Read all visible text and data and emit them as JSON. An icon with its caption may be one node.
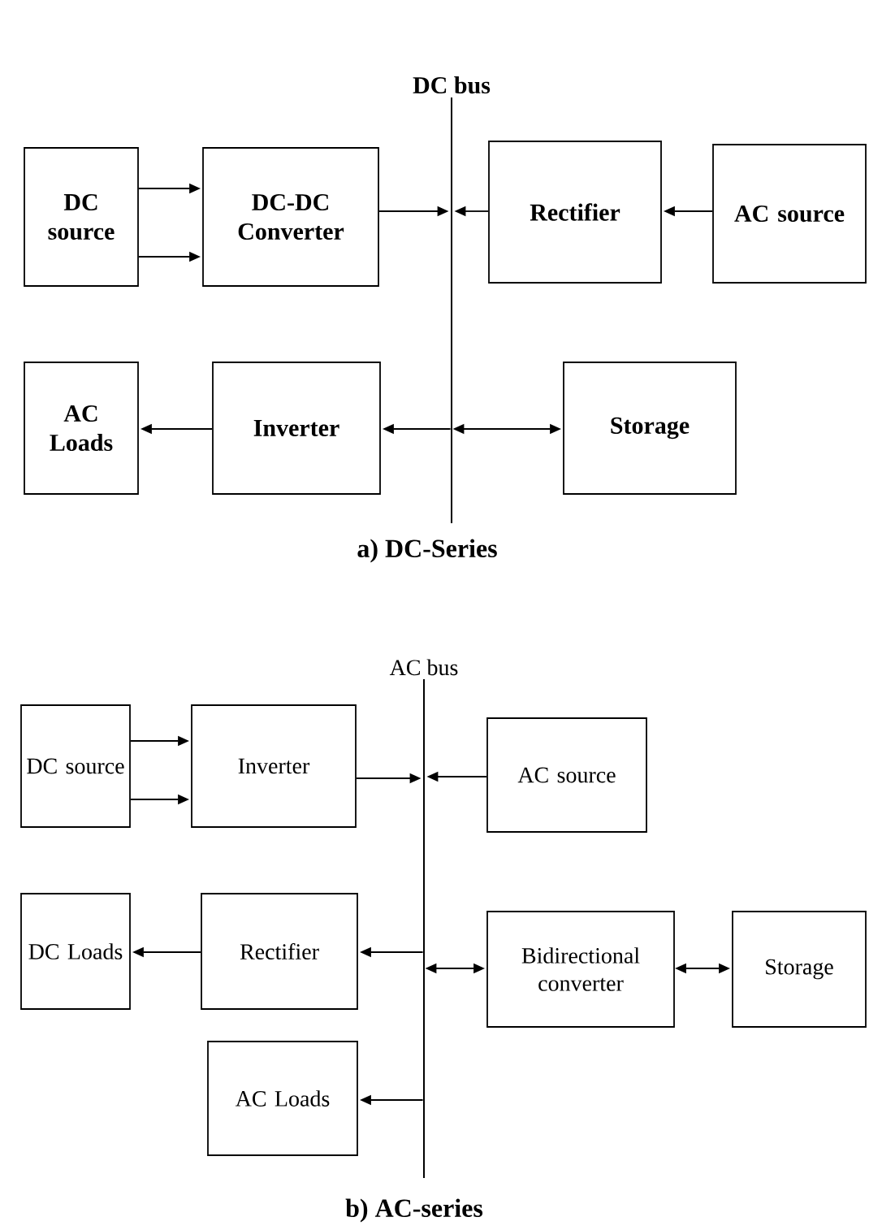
{
  "diagram": {
    "nodes": [
      {
        "text": [
          "DC bus"
        ]
      },
      {
        "text": [
          "DC source"
        ]
      },
      {
        "text": [
          "DC-DC Converter"
        ]
      },
      {
        "text": [
          "Rectifier"
        ]
      },
      {
        "text": [
          "AC source"
        ]
      },
      {
        "text": [
          "AC Loads"
        ]
      },
      {
        "text": [
          "Inverter"
        ]
      },
      {
        "text": [
          "Storage"
        ]
      },
      {
        "text": [
          "AC bus"
        ]
      },
      {
        "text": [
          "DC source"
        ]
      },
      {
        "text": [
          "Inverter"
        ]
      },
      {
        "text": [
          "AC source"
        ]
      },
      {
        "text": [
          "DC Loads"
        ]
      },
      {
        "text": [
          "Rectifier"
        ]
      },
      {
        "text": [
          "Bidirectional converter"
        ]
      },
      {
        "text": [
          "Storage"
        ]
      },
      {
        "text": [
          "AC Loads"
        ]
      }
    ],
    "edges": [
      {
        "from": 1,
        "to": 2,
        "arrow": "to"
      },
      {
        "from": 1,
        "to": 2,
        "arrow": "to"
      },
      {
        "from": 2,
        "to": 0,
        "arrow": "to"
      },
      {
        "from": 3,
        "to": 0,
        "arrow": "to"
      },
      {
        "from": 4,
        "to": 3,
        "arrow": "to"
      },
      {
        "from": 0,
        "to": 6,
        "arrow": "to"
      },
      {
        "from": 6,
        "to": 5,
        "arrow": "to"
      },
      {
        "from": 0,
        "to": 7,
        "arrow": "both"
      },
      {
        "from": 9,
        "to": 10,
        "arrow": "to"
      },
      {
        "from": 9,
        "to": 10,
        "arrow": "to"
      },
      {
        "from": 10,
        "to": 8,
        "arrow": "to"
      },
      {
        "from": 11,
        "to": 8,
        "arrow": "to"
      },
      {
        "from": 8,
        "to": 13,
        "arrow": "to"
      },
      {
        "from": 13,
        "to": 12,
        "arrow": "to"
      },
      {
        "from": 8,
        "to": 14,
        "arrow": "both"
      },
      {
        "from": 14,
        "to": 15,
        "arrow": "both"
      },
      {
        "from": 8,
        "to": 16,
        "arrow": "to"
      }
    ],
    "labels": [
      "a) DC-Series",
      "b) AC-series"
    ]
  }
}
